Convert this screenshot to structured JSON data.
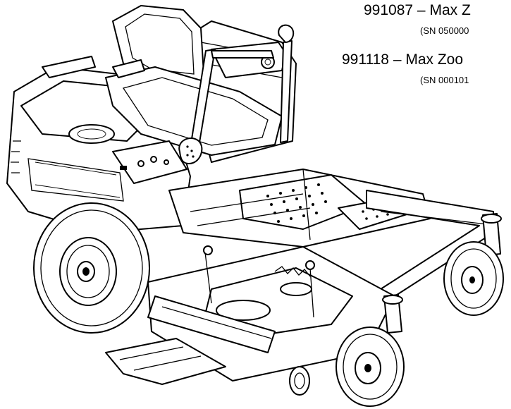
{
  "models": [
    {
      "number": "991087",
      "separator": "–",
      "name": "Max Z",
      "serial": "(SN 050000"
    },
    {
      "number": "991118",
      "separator": "–",
      "name": "Max Zoo",
      "serial": "(SN 000101"
    }
  ]
}
